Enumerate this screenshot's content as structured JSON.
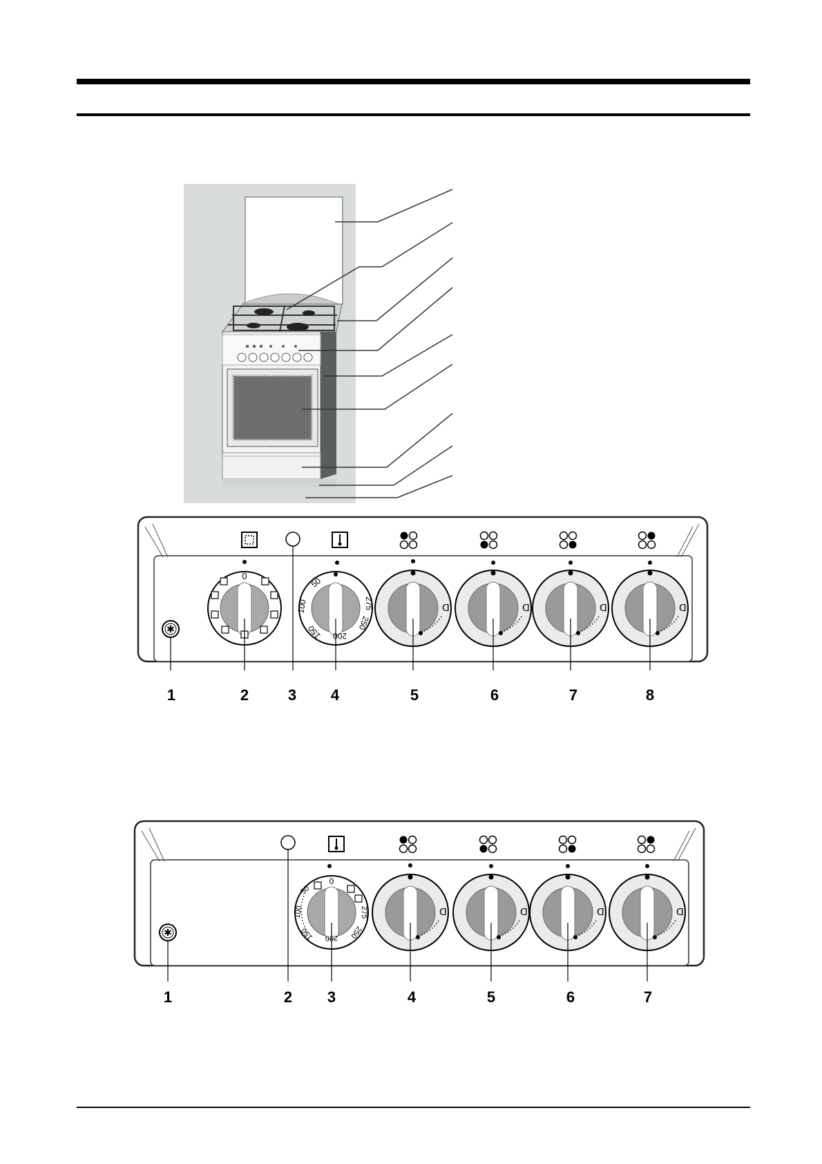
{
  "panel1": {
    "dial_temp_labels": [
      "0",
      "50",
      "100",
      "150",
      "200",
      "250",
      "275"
    ],
    "callouts": [
      "1",
      "2",
      "3",
      "4",
      "5",
      "6",
      "7",
      "8"
    ]
  },
  "panel2": {
    "dial_temp_labels": [
      "0",
      "50",
      "100",
      "150",
      "200",
      "250",
      "275"
    ],
    "callouts": [
      "1",
      "2",
      "3",
      "4",
      "5",
      "6",
      "7"
    ]
  }
}
